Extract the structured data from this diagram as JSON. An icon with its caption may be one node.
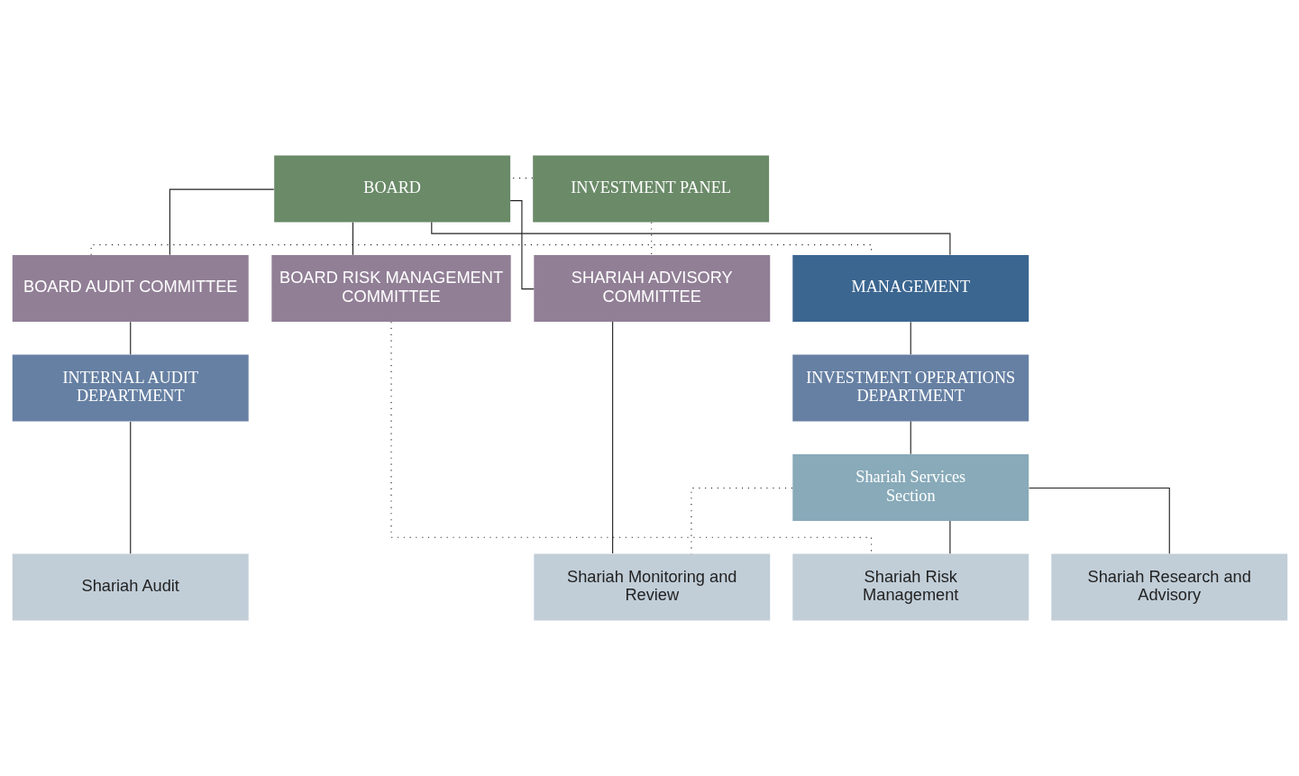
{
  "diagram": {
    "nodes": [
      {
        "text": [
          "BOARD"
        ]
      },
      {
        "text": [
          "INVESTMENT PANEL"
        ]
      },
      {
        "text": [
          "BOARD AUDIT COMMITTEE"
        ]
      },
      {
        "text": [
          "BOARD RISK MANAGEMENT COMMITTEE"
        ]
      },
      {
        "text": [
          "SHARIAH ADVISORY COMMITTEE"
        ]
      },
      {
        "text": [
          "MANAGEMENT"
        ]
      },
      {
        "text": [
          "INTERNAL AUDIT DEPARTMENT"
        ]
      },
      {
        "text": [
          "INVESTMENT OPERATIONS DEPARTMENT"
        ]
      },
      {
        "text": [
          "Shariah Services Section"
        ]
      },
      {
        "text": [
          "Shariah Audit"
        ]
      },
      {
        "text": [
          "Shariah Risk Management"
        ]
      },
      {
        "text": [
          "Shariah Research and Advisory"
        ]
      },
      {
        "text": [
          "Shariah Monitoring and Review"
        ]
      }
    ],
    "edges": [
      {
        "from": 0,
        "to": 2,
        "arrow": "none"
      },
      {
        "from": 0,
        "to": 3,
        "arrow": "none"
      },
      {
        "from": 0,
        "to": 5,
        "arrow": "none"
      },
      {
        "from": 0,
        "to": 4,
        "arrow": "none"
      },
      {
        "from": 1,
        "to": 0,
        "arrow": "none",
        "style": "dashed"
      },
      {
        "from": 1,
        "to": 4,
        "arrow": "none",
        "style": "dashed"
      },
      {
        "from": 2,
        "to": 6,
        "arrow": "none"
      },
      {
        "from": 2,
        "to": 5,
        "arrow": "none",
        "style": "dashed"
      },
      {
        "from": 3,
        "to": 10,
        "arrow": "none",
        "style": "dashed"
      },
      {
        "from": 4,
        "to": 12,
        "arrow": "none"
      },
      {
        "from": 5,
        "to": 7,
        "arrow": "none"
      },
      {
        "from": 7,
        "to": 8,
        "arrow": "none"
      },
      {
        "from": 6,
        "to": 9,
        "arrow": "none"
      },
      {
        "from": 8,
        "to": 10,
        "arrow": "none"
      },
      {
        "from": 8,
        "to": 11,
        "arrow": "none"
      },
      {
        "from": 8,
        "to": 12,
        "arrow": "none",
        "style": "dashed"
      }
    ]
  }
}
